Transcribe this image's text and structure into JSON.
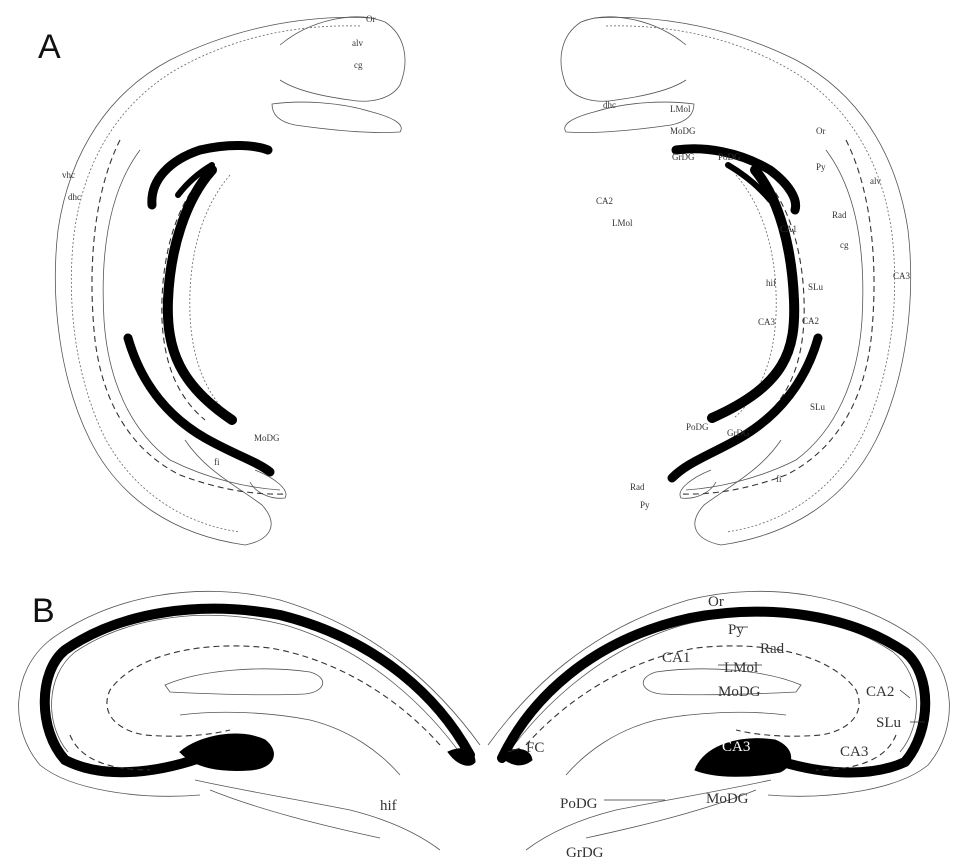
{
  "panels": {
    "a": {
      "letter": "A",
      "labels": [
        "Or",
        "Rad",
        "Py",
        "SLu",
        "hif",
        "LMol",
        "MoDG",
        "GrDG",
        "PoDG",
        "CA1",
        "CA2",
        "CA3",
        "fi",
        "vhc",
        "alv",
        "cg",
        "dhc",
        "Py",
        "Or",
        "Rad",
        "LMol",
        "MoDG",
        "GrDG",
        "PoDG",
        "CA3",
        "CA2",
        "SLu",
        "fi",
        "cg",
        "alv",
        "dhc"
      ]
    },
    "b": {
      "letter": "B",
      "labels": {
        "or": "Or",
        "py": "Py",
        "rad": "Rad",
        "ca1": "CA1",
        "lmol": "LMol",
        "modg_upper": "MoDG",
        "ca2": "CA2",
        "slu": "SLu",
        "ca3_inner": "CA3",
        "ca3_outer": "CA3",
        "fc": "FC",
        "podg": "PoDG",
        "modg_lower": "MoDG",
        "hif": "hif",
        "grdg": "GrDG"
      }
    }
  }
}
